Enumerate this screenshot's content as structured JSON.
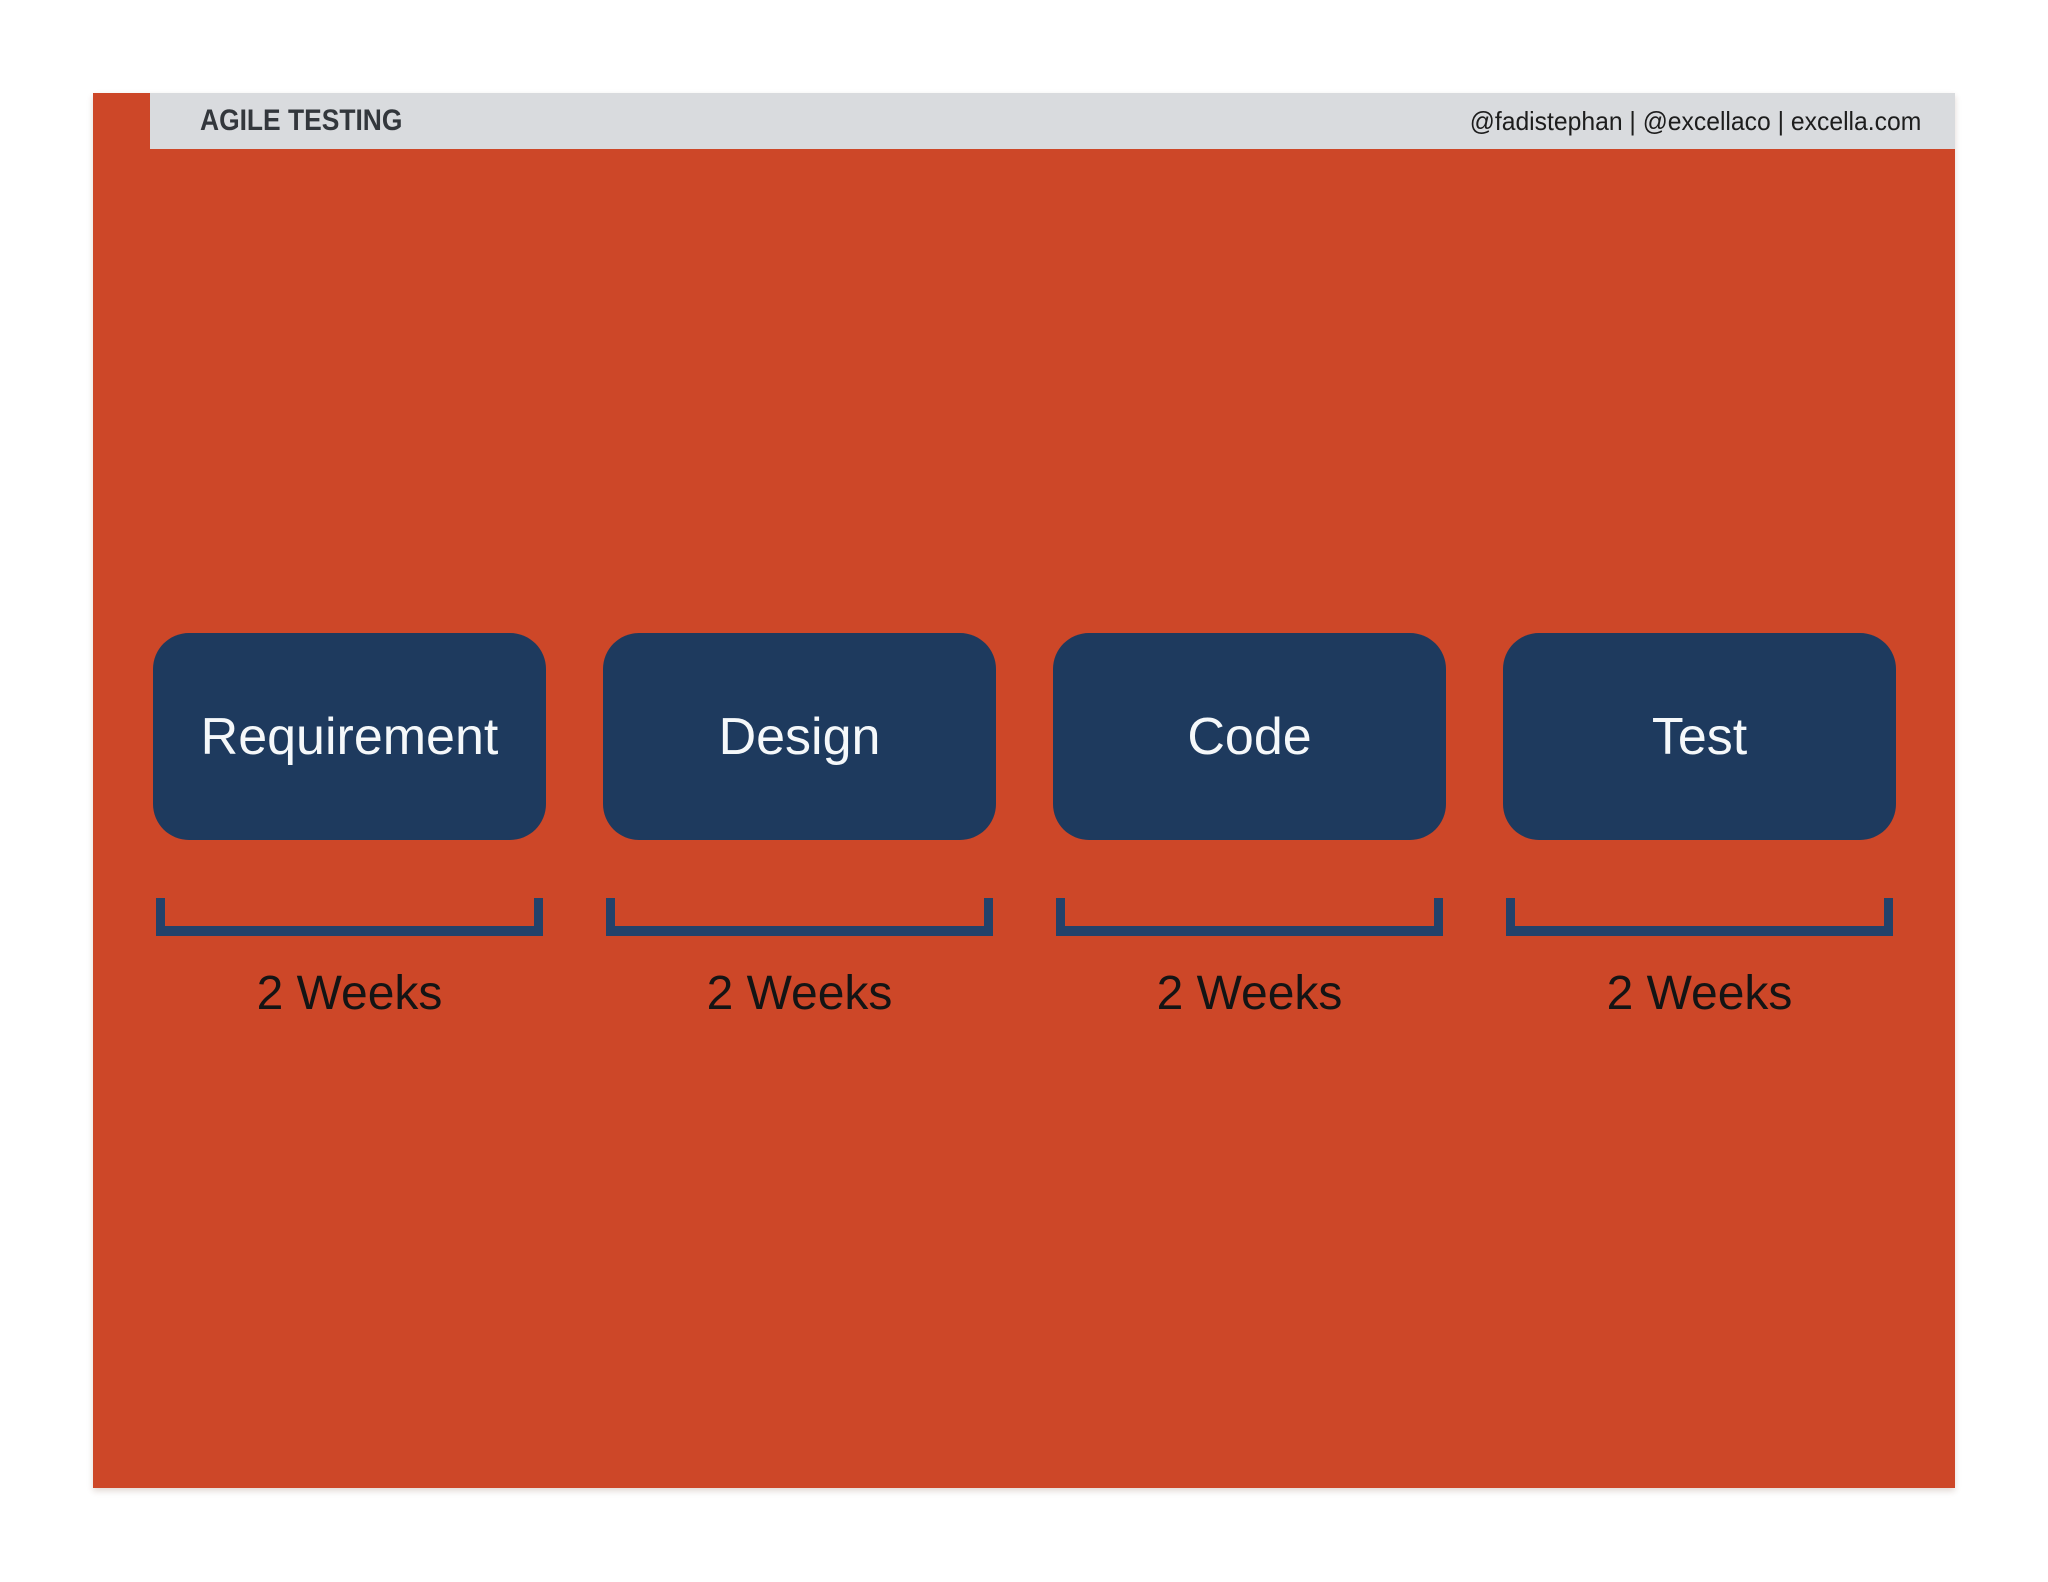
{
  "slide": {
    "title": "AGILE TESTING",
    "header_right": "@fadistephan | @excellaco | excella.com",
    "stages": [
      {
        "label": "Requirement",
        "duration": "2 Weeks"
      },
      {
        "label": "Design",
        "duration": "2 Weeks"
      },
      {
        "label": "Code",
        "duration": "2 Weeks"
      },
      {
        "label": "Test",
        "duration": "2 Weeks"
      }
    ],
    "colors": {
      "page_background": "#ffffff",
      "body_orange": "#cd4728",
      "header_bar_gray": "#d9dbde",
      "box_navy": "#1e3a5e",
      "bracket_navy": "#23426a",
      "box_text": "#f5f8fa",
      "duration_text": "#141414",
      "title_text": "#33373c"
    }
  }
}
